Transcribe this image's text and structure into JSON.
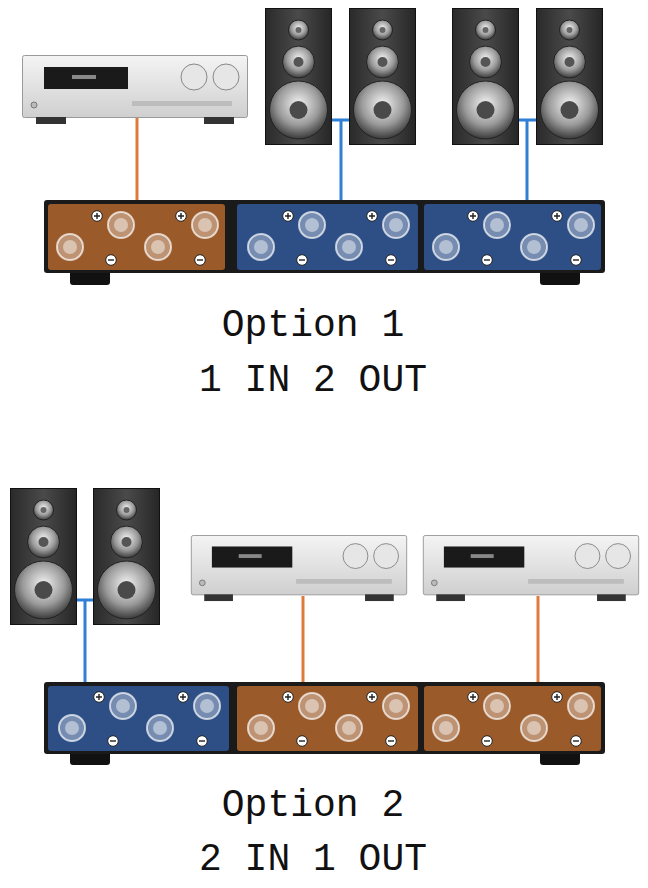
{
  "diagram": {
    "labels": [
      "Option 1",
      "1 IN 2 OUT",
      "Option 2",
      "2 IN 1 OUT"
    ]
  }
}
